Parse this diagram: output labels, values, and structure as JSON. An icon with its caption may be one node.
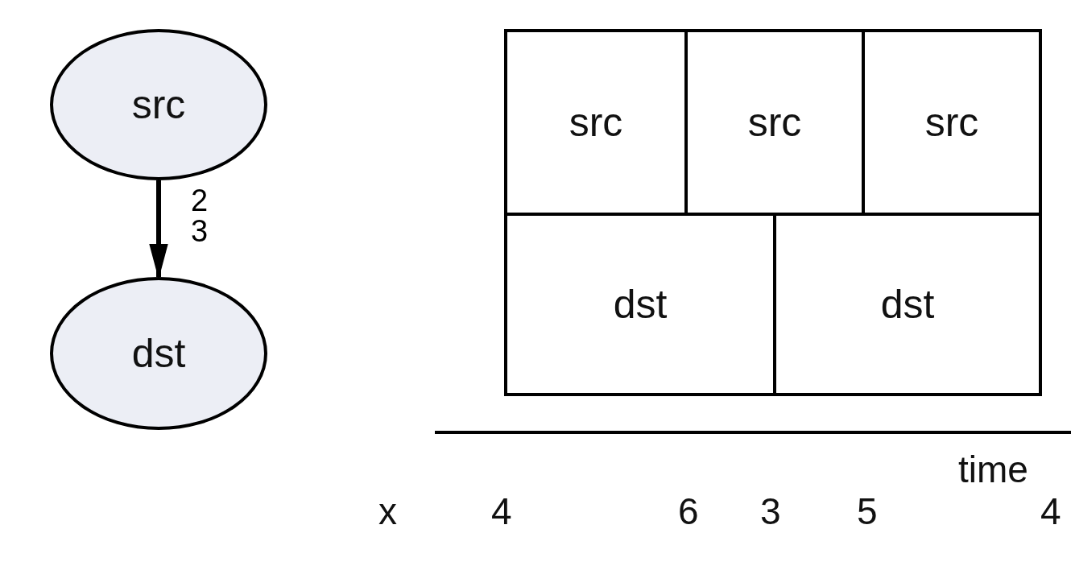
{
  "diagram": {
    "nodes": [
      {
        "text": [
          "src"
        ]
      },
      {
        "text": [
          "dst"
        ]
      },
      {
        "text": [
          "src"
        ]
      },
      {
        "text": [
          "src"
        ]
      },
      {
        "text": [
          "src"
        ]
      },
      {
        "text": [
          "dst"
        ]
      },
      {
        "text": [
          "dst"
        ]
      }
    ],
    "edges": [
      {
        "from": 0,
        "to": 1,
        "arrow": "to",
        "label": "2 3"
      }
    ],
    "labels": [
      "time",
      "x",
      "4",
      "6",
      "3",
      "5",
      "4"
    ]
  }
}
